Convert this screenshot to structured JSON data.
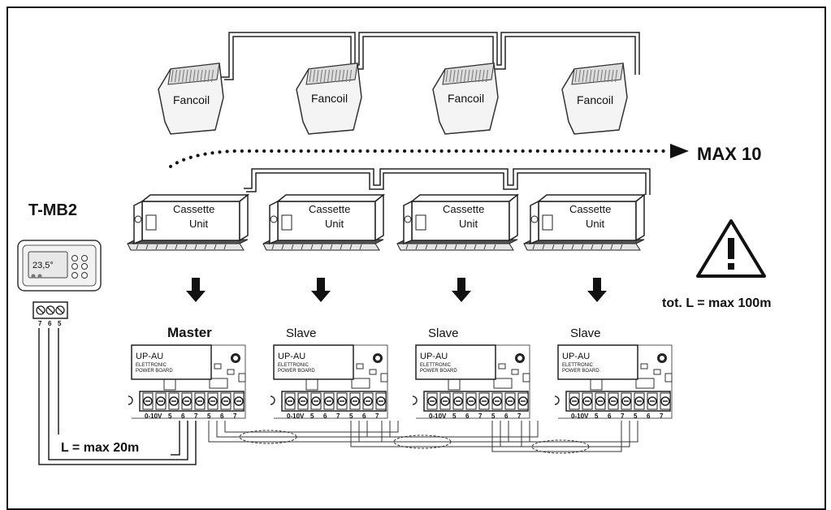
{
  "fancoils": [
    "Fancoil",
    "Fancoil",
    "Fancoil",
    "Fancoil"
  ],
  "max_units_label": "MAX 10",
  "cassettes": [
    {
      "line1": "Cassette",
      "line2": "Unit"
    },
    {
      "line1": "Cassette",
      "line2": "Unit"
    },
    {
      "line1": "Cassette",
      "line2": "Unit"
    },
    {
      "line1": "Cassette",
      "line2": "Unit"
    }
  ],
  "controller": {
    "title": "T-MB2",
    "display_value": "23,5°",
    "terminals": [
      "7",
      "6",
      "5"
    ]
  },
  "boards": [
    {
      "role": "Master",
      "name": "UP-AU",
      "sub1": "ELETTRONIC",
      "sub2": "POWER BOARD",
      "terminal_labels": [
        "0-10V",
        "5",
        "6",
        "7",
        "5",
        "6",
        "7"
      ]
    },
    {
      "role": "Slave",
      "name": "UP-AU",
      "sub1": "ELETTRONIC",
      "sub2": "POWER BOARD",
      "terminal_labels": [
        "0-10V",
        "5",
        "6",
        "7",
        "5",
        "6",
        "7"
      ]
    },
    {
      "role": "Slave",
      "name": "UP-AU",
      "sub1": "ELETTRONIC",
      "sub2": "POWER BOARD",
      "terminal_labels": [
        "0-10V",
        "5",
        "6",
        "7",
        "5",
        "6",
        "7"
      ]
    },
    {
      "role": "Slave",
      "name": "UP-AU",
      "sub1": "ELETTRONIC",
      "sub2": "POWER BOARD",
      "terminal_labels": [
        "0-10V",
        "5",
        "6",
        "7",
        "5",
        "6",
        "7"
      ]
    }
  ],
  "warning": {
    "icon": "warning-triangle-icon",
    "text": "tot. L = max 100m"
  },
  "local_cable_label": "L = max 20m"
}
